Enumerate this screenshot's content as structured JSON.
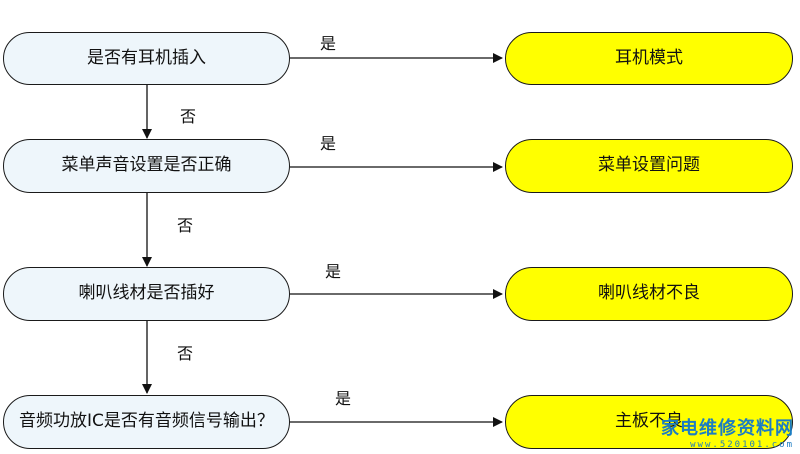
{
  "questions": [
    "是否有耳机插入",
    "菜单声音设置是否正确",
    "喇叭线材是否插好",
    "音频功放IC是否有音频信号输出？"
  ],
  "results": [
    "耳机模式",
    "菜单设置问题",
    "喇叭线材不良",
    "主板不良"
  ],
  "yes_label": "是",
  "no_label": "否",
  "watermark": {
    "title": "家电维修资料网",
    "url": "www.520101.com"
  }
}
